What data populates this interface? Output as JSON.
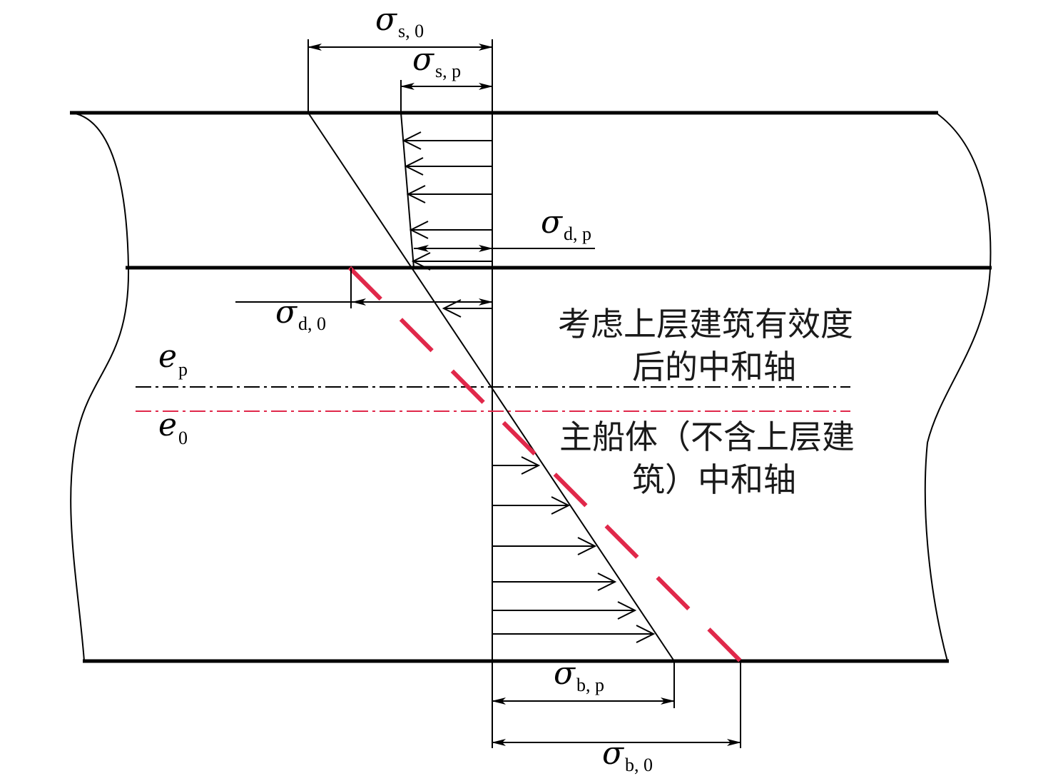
{
  "labels": {
    "sigma_s0": {
      "sym": "σ",
      "sub": "s, 0"
    },
    "sigma_sp": {
      "sym": "σ",
      "sub": "s, p"
    },
    "sigma_dp": {
      "sym": "σ",
      "sub": "d, p"
    },
    "sigma_d0": {
      "sym": "σ",
      "sub": "d, 0"
    },
    "sigma_bp": {
      "sym": "σ",
      "sub": "b, p"
    },
    "sigma_b0": {
      "sym": "σ",
      "sub": "b, 0"
    },
    "e_p": {
      "sym": "e",
      "sub": "p"
    },
    "e_0": {
      "sym": "e",
      "sub": "0"
    }
  },
  "annotations": {
    "effective_axis_line1": "考虑上层建筑有效度",
    "effective_axis_line2": "后的中和轴",
    "main_hull_axis_line1": "主船体（不含上层建",
    "main_hull_axis_line2": "筑）中和轴"
  },
  "colors": {
    "line": "#000000",
    "red_axis": "#e0284a",
    "red_dash": "#e0284a"
  }
}
